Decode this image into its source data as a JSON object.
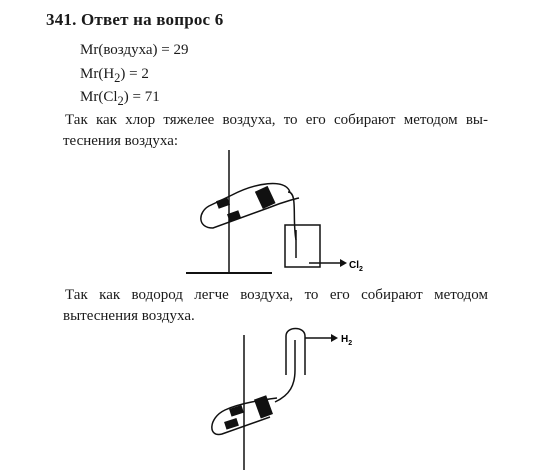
{
  "heading": "341. Ответ на вопрос 6",
  "formulas": {
    "air": {
      "text": "Mr(воздуха) = 29"
    },
    "h2": {
      "pre": "Mr(H",
      "sub": "2",
      "post": ") = 2"
    },
    "cl2": {
      "pre": "Mr(Cl",
      "sub": "2",
      "post": ") = 71"
    }
  },
  "paragraph1": {
    "line1": "Так как хлор тяжелее воздуха, то его собирают методом вы-",
    "line2": "теснения воздуха:"
  },
  "paragraph2": {
    "line1": "Так как водород легче воздуха, то его собирают методом",
    "line2": "вытеснения воздуха."
  },
  "diagram1": {
    "label_pre": "Cl",
    "label_sub": "2"
  },
  "diagram2": {
    "label_pre": "H",
    "label_sub": "2"
  }
}
